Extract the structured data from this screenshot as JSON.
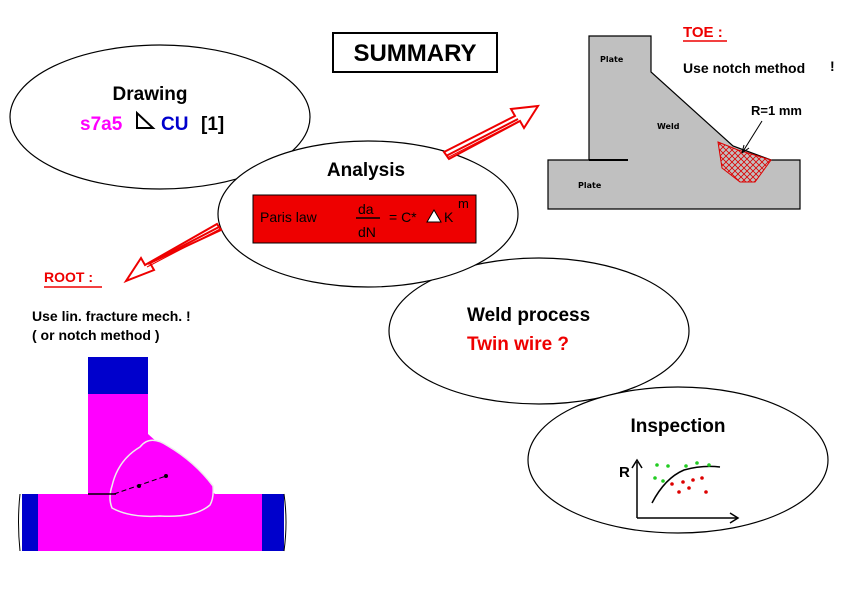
{
  "title": "SUMMARY",
  "drawing": {
    "heading": "Drawing",
    "code_part1": "s7a5",
    "code_part2": "CU",
    "ref": "[1]",
    "weld_symbol": "fillet-weld-symbol"
  },
  "analysis": {
    "heading": "Analysis",
    "law_label": "Paris law",
    "numerator": "da",
    "denominator": "dN",
    "equals_c": "= C*",
    "delta_symbol": "delta-triangle",
    "k": "K",
    "exponent": "m"
  },
  "toe": {
    "label": "TOE :",
    "instruction": "Use notch method",
    "exclaim": "!",
    "plate_top": "Plate",
    "weld": "Weld",
    "plate_bottom": "Plate",
    "radius": "R=1 mm"
  },
  "root": {
    "label": "ROOT :",
    "line1": "Use lin. fracture mech. !",
    "line2": "( or notch method )"
  },
  "weld_process": {
    "heading": "Weld process",
    "question": "Twin wire ?"
  },
  "inspection": {
    "heading": "Inspection",
    "axis_label": "R"
  },
  "colors": {
    "magenta": "#ff00ff",
    "blue": "#0000cc",
    "red": "#ee0000",
    "gray": "#c0c0c0",
    "green": "#22cc22"
  }
}
